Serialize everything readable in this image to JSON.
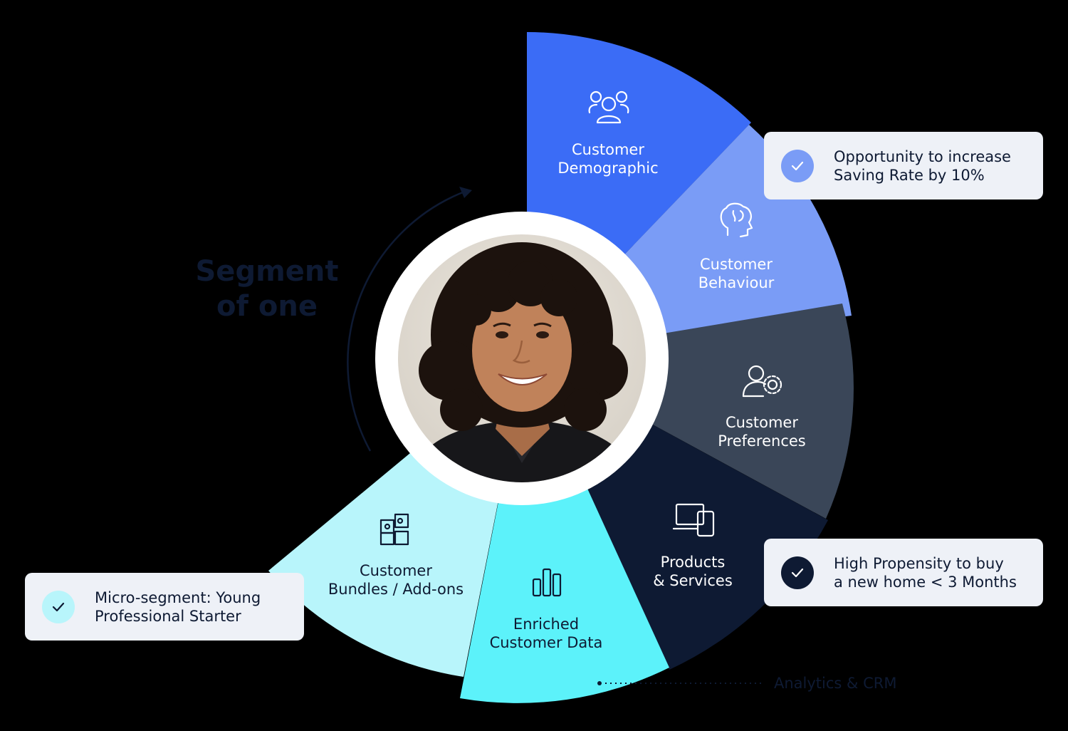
{
  "title": {
    "line1": "Segment",
    "line2": "of one"
  },
  "segments": [
    {
      "id": "demographic",
      "line1": "Customer",
      "line2": "Demographic",
      "icon": "users-icon",
      "color": "#3b6cf6",
      "text_color": "#ffffff"
    },
    {
      "id": "behaviour",
      "line1": "Customer",
      "line2": "Behaviour",
      "icon": "brain-icon",
      "color": "#7a9cf6",
      "text_color": "#ffffff"
    },
    {
      "id": "preferences",
      "line1": "Customer",
      "line2": "Preferences",
      "icon": "user-gear-icon",
      "color": "#3a4658",
      "text_color": "#ffffff"
    },
    {
      "id": "products",
      "line1": "Products",
      "line2": "& Services",
      "icon": "devices-icon",
      "color": "#0e1a33",
      "text_color": "#ffffff"
    },
    {
      "id": "enriched",
      "line1": "Enriched",
      "line2": "Customer Data",
      "icon": "bar-chart-icon",
      "color": "#5cf2fa",
      "text_color": "#0e1a33"
    },
    {
      "id": "bundles",
      "line1": "Customer",
      "line2": "Bundles / Add-ons",
      "icon": "puzzle-icon",
      "color": "#b8f5fb",
      "text_color": "#0e1a33"
    }
  ],
  "cards": {
    "saving": {
      "line1": "Opportunity to increase",
      "line2": "Saving Rate by 10%",
      "check_color": "#7a9cf6"
    },
    "propensity": {
      "line1": "High Propensity to buy",
      "line2": "a new home < 3 Months",
      "check_color": "#0e1a33"
    },
    "microsegment": {
      "line1": "Micro-segment: Young",
      "line2": "Professional Starter",
      "check_color": "#b8f5fb"
    }
  },
  "footer": {
    "label": "Analytics & CRM"
  },
  "colors": {
    "background": "#000000",
    "title": "#0e1a33",
    "footer": "#0e1a33",
    "ring": "#ffffff",
    "card_bg": "#eef1f7"
  }
}
